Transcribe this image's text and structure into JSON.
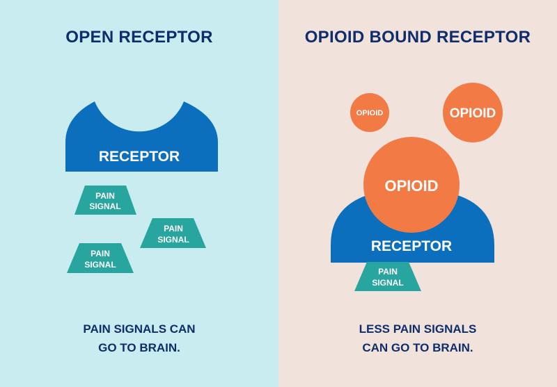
{
  "colors": {
    "left_background": "#c8ecef",
    "right_background": "#f1e2db",
    "receptor": "#0b6fbe",
    "pain_signal": "#27a59e",
    "opioid": "#f17a45",
    "heading_text": "#0f2d6b"
  },
  "left": {
    "title": "OPEN RECEPTOR",
    "receptor_label": "RECEPTOR",
    "signal_1": {
      "line1": "PAIN",
      "line2": "SIGNAL"
    },
    "signal_2": {
      "line1": "PAIN",
      "line2": "SIGNAL"
    },
    "signal_3": {
      "line1": "PAIN",
      "line2": "SIGNAL"
    },
    "caption_line1": "PAIN SIGNALS CAN",
    "caption_line2": "GO TO BRAIN."
  },
  "right": {
    "title": "OPIOID BOUND RECEPTOR",
    "opioid_small": "OPIOID",
    "opioid_medium": "OPIOID",
    "opioid_large": "OPIOID",
    "receptor_label": "RECEPTOR",
    "signal": {
      "line1": "PAIN",
      "line2": "SIGNAL"
    },
    "caption_line1": "LESS PAIN SIGNALS",
    "caption_line2": "CAN GO TO BRAIN."
  }
}
